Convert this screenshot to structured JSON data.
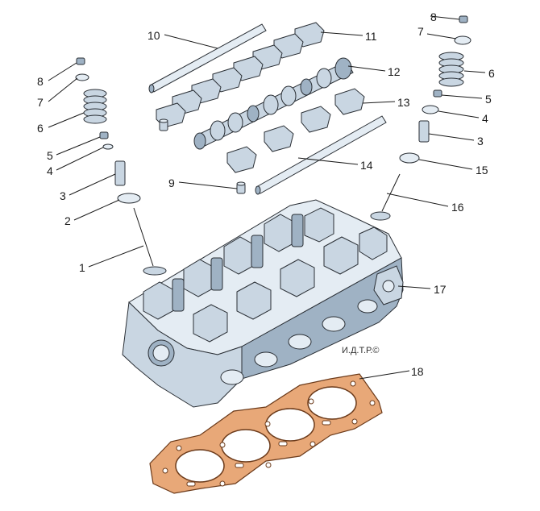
{
  "callouts": [
    "1",
    "2",
    "3",
    "4",
    "5",
    "6",
    "7",
    "8",
    "9",
    "10",
    "11",
    "12",
    "13",
    "14",
    "15",
    "16",
    "17",
    "18"
  ],
  "left_stack": {
    "n8": "8",
    "n7": "7",
    "n6": "6",
    "n5": "5",
    "n4": "4",
    "n3": "3",
    "n2": "2",
    "n1": "1"
  },
  "right_stack": {
    "n8": "8",
    "n7": "7",
    "n6": "6",
    "n5": "5",
    "n4": "4",
    "n3": "3",
    "n15": "15",
    "n16": "16"
  },
  "top_labels": {
    "n10": "10",
    "n11": "11",
    "n12": "12",
    "n13": "13",
    "n14": "14",
    "n9": "9"
  },
  "head_labels": {
    "n17": "17",
    "n18": "18"
  },
  "watermark": "И.Д.Т.Р.©",
  "colors": {
    "gasket": "#e8a878",
    "metal": "#c9d6e2",
    "outline": "#2a2f35"
  }
}
